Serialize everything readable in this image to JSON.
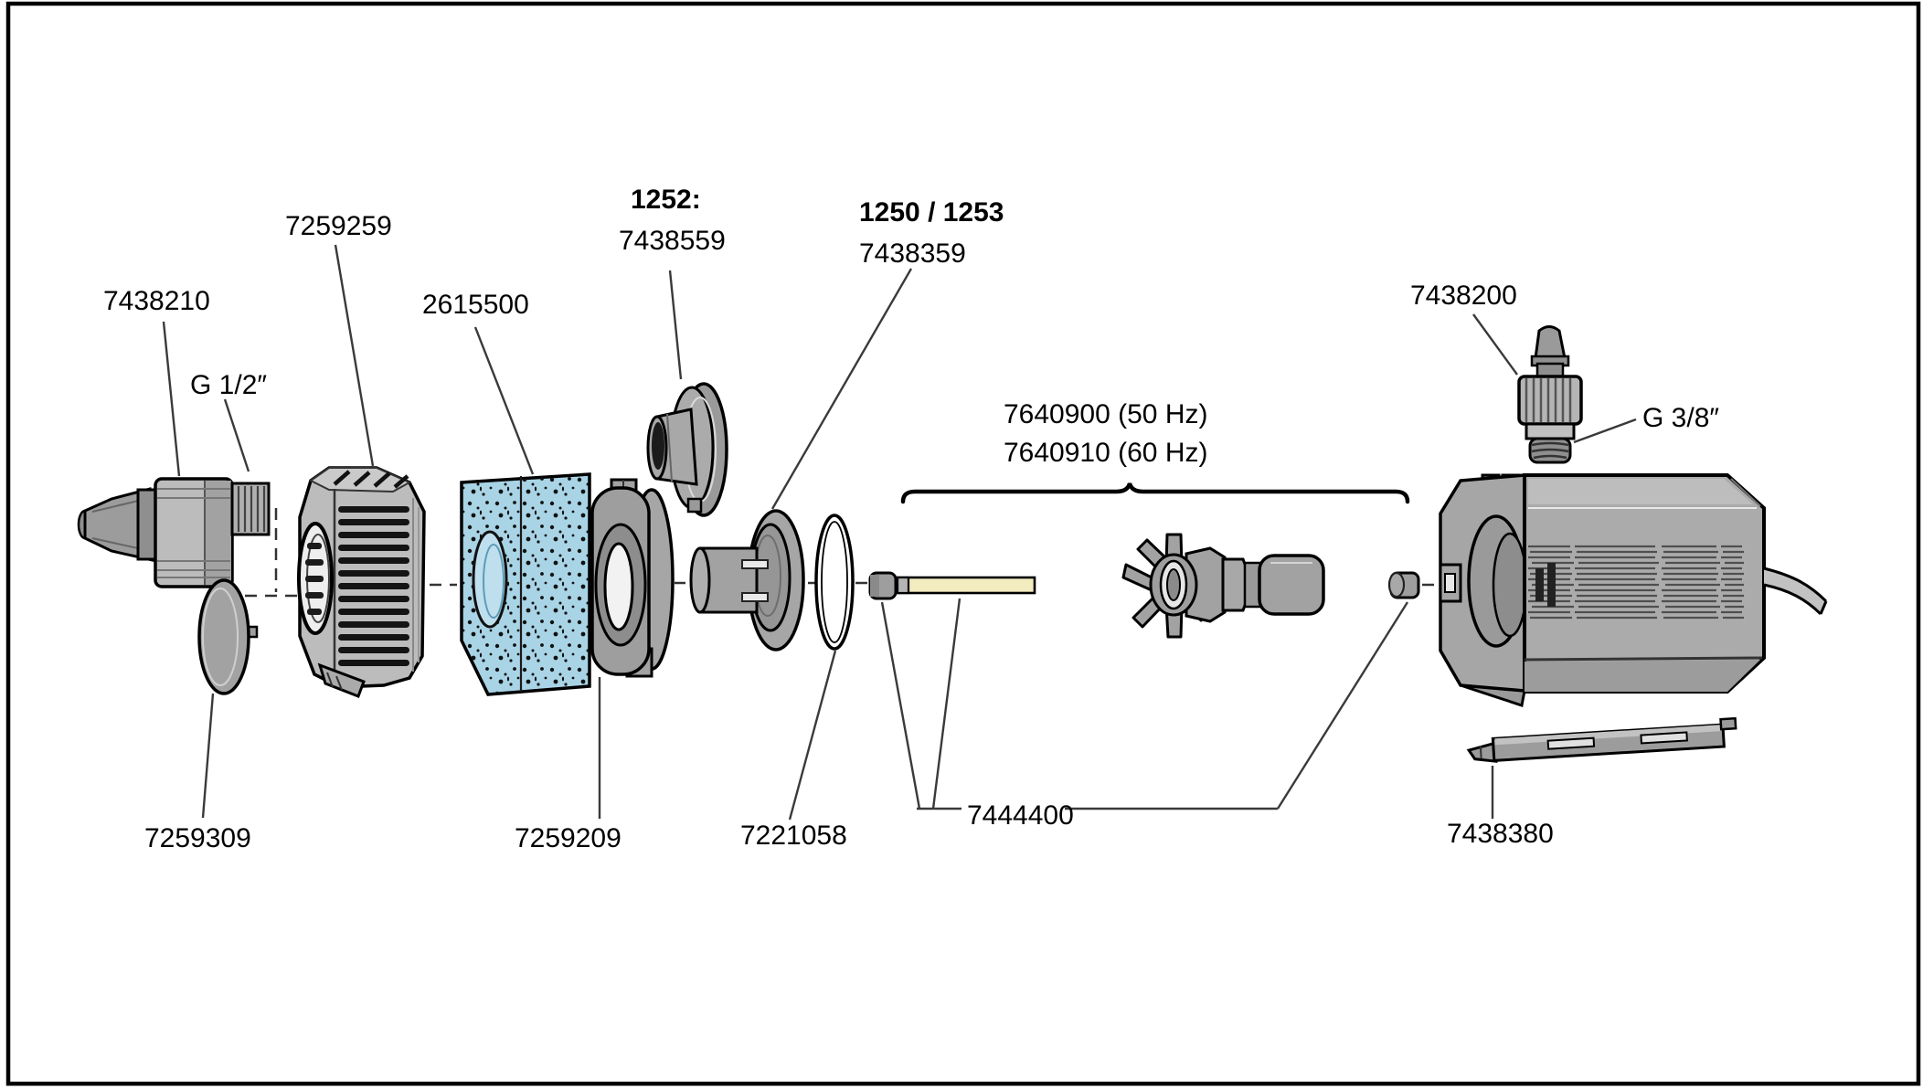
{
  "diagram": {
    "type": "exploded-parts-diagram",
    "subject": "pump spare parts",
    "colors": {
      "background": "#ffffff",
      "frame": "#000000",
      "part_gray": "#a6a6a6",
      "foam_blue": "#a9d4e6",
      "shaft_yellow": "#f2ecc0",
      "text": "#000000"
    },
    "labels": {
      "hose_tap": "7438210",
      "thread_size_left": "G 1/2″",
      "strainer_cover": "7259259",
      "filter_foam": "2615500",
      "model_1252_heading": "1252:",
      "model_1252_part": "7438559",
      "model_1250_1253_heading": "1250 / 1253",
      "model_1250_1253_part": "7438359",
      "impeller_50hz": "7640900 (50 Hz)",
      "impeller_60hz": "7640910 (60 Hz)",
      "outlet_connector": "7438200",
      "thread_size_right": "G 3/8″",
      "suction_cap": "7259309",
      "pump_cover": "7259209",
      "o_ring": "7221058",
      "shaft_and_bushings": "7444400",
      "mounting_plate": "7438380"
    }
  }
}
